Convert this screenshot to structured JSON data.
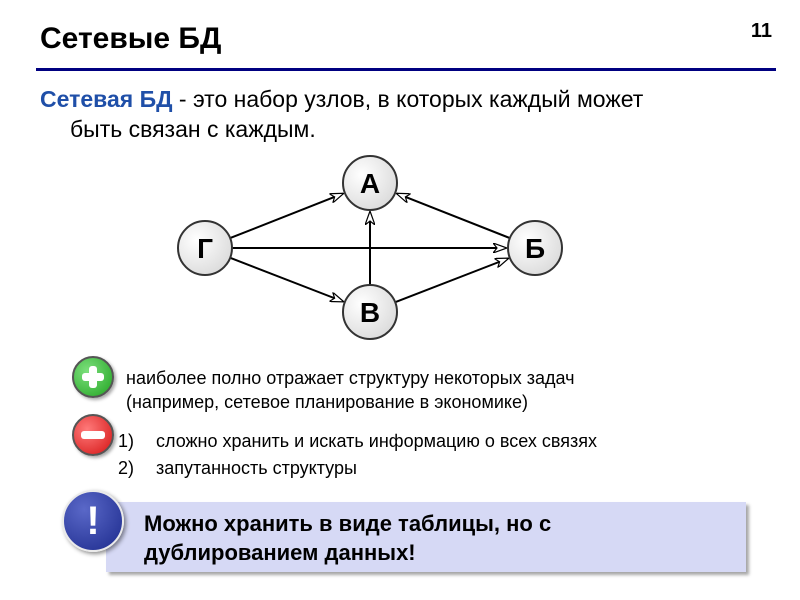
{
  "slide": {
    "number": "11",
    "title": "Сетевые БД"
  },
  "definition": {
    "term": "Сетевая БД",
    "line1_rest": " - это набор узлов, в которых каждый может",
    "line2": "быть связан с каждым."
  },
  "chart_data": {
    "type": "graph",
    "nodes": [
      "А",
      "Б",
      "В",
      "Г"
    ],
    "edges": [
      {
        "from": "Г",
        "to": "А"
      },
      {
        "from": "Б",
        "to": "А"
      },
      {
        "from": "В",
        "to": "А"
      },
      {
        "from": "Г",
        "to": "Б"
      },
      {
        "from": "Г",
        "to": "В"
      },
      {
        "from": "В",
        "to": "Б"
      }
    ]
  },
  "pros": {
    "icon": "plus-icon",
    "line1": "наиболее полно отражает структуру некоторых задач",
    "line2": "(например, сетевое планирование в экономике)"
  },
  "cons": {
    "icon": "minus-icon",
    "items": [
      {
        "num": "1)",
        "text": "сложно хранить и искать информацию о всех связях"
      },
      {
        "num": "2)",
        "text": "запутанность структуры"
      }
    ]
  },
  "note": {
    "icon": "exclamation-icon",
    "symbol": "!",
    "line1": "Можно хранить в виде таблицы, но с",
    "line2": "дублированием данных!"
  },
  "colors": {
    "title_rule": "#000080",
    "term": "#1f4fa8",
    "note_background": "#d6d9f5",
    "plus": "#21a321",
    "minus": "#d41414",
    "exclamation": "#1c2a8c"
  }
}
